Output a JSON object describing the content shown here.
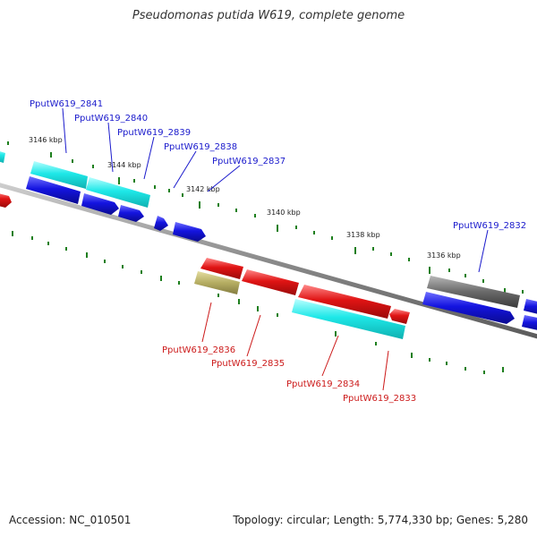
{
  "title": "Pseudomonas putida W619, complete genome",
  "accession_text": "Accession: NC_010501",
  "summary_text": "Topology: circular; Length: 5,774,330 bp; Genes: 5,280",
  "colors": {
    "backbone": "#8a8a8a",
    "tick": "#1e7f1e",
    "label_forward": "#1a1acc",
    "label_reverse": "#cc1a1a",
    "cds_cyan": "#19e3e3",
    "cds_blue": "#1414e0",
    "cds_red": "#e01414",
    "cds_olive": "#b5ad62",
    "cds_gray": "#6a6a6a"
  },
  "position_labels": [
    "3146 kbp",
    "3144 kbp",
    "3142 kbp",
    "3140 kbp",
    "3138 kbp",
    "3136 kbp"
  ],
  "gene_labels_forward": [
    "PputW619_2841",
    "PputW619_2840",
    "PputW619_2839",
    "PputW619_2838",
    "PputW619_2837",
    "PputW619_2832"
  ],
  "gene_labels_reverse": [
    "PputW619_2836",
    "PputW619_2835",
    "PputW619_2834",
    "PputW619_2833"
  ]
}
